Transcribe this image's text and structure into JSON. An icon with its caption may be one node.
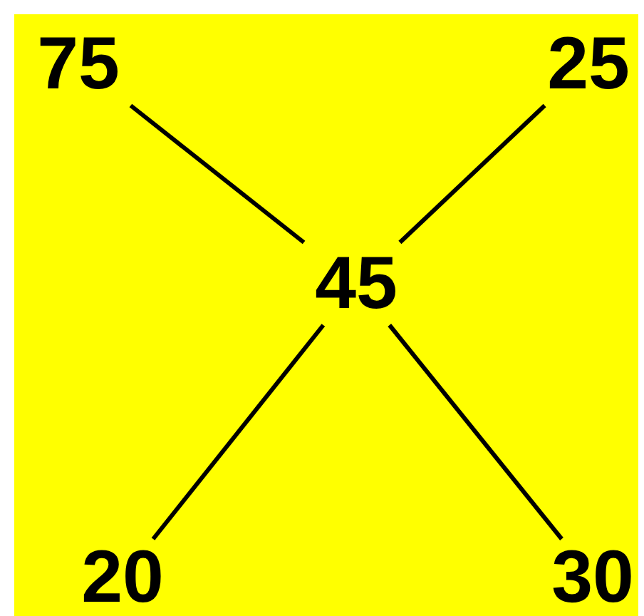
{
  "diagram": {
    "nodes": [
      {
        "text": [
          "75"
        ]
      },
      {
        "text": [
          "25"
        ]
      },
      {
        "text": [
          "45"
        ]
      },
      {
        "text": [
          "20"
        ]
      },
      {
        "text": [
          "30"
        ]
      }
    ],
    "edges": [
      {
        "from": 0,
        "to": 2,
        "arrow": "none"
      },
      {
        "from": 1,
        "to": 2,
        "arrow": "none"
      },
      {
        "from": 3,
        "to": 2,
        "arrow": "none"
      },
      {
        "from": 4,
        "to": 2,
        "arrow": "none"
      }
    ]
  }
}
